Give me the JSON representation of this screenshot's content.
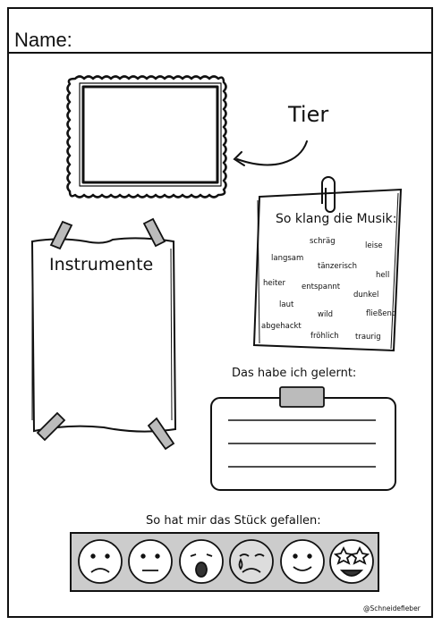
{
  "worksheet": {
    "name_label": "Name:",
    "animal_label": "Tier",
    "instruments_label": "Instrumente",
    "music_title": "So klang die Musik:",
    "music_words": [
      {
        "text": "schräg"
      },
      {
        "text": "leise"
      },
      {
        "text": "langsam"
      },
      {
        "text": "tänzerisch"
      },
      {
        "text": "hell"
      },
      {
        "text": "heiter"
      },
      {
        "text": "entspannt"
      },
      {
        "text": "dunkel"
      },
      {
        "text": "laut"
      },
      {
        "text": "wild"
      },
      {
        "text": "fließend"
      },
      {
        "text": "abgehackt"
      },
      {
        "text": "fröhlich"
      },
      {
        "text": "traurig"
      }
    ],
    "learned_label": "Das habe ich gelernt:",
    "liked_label": "So hat mir das Stück gefallen:",
    "faces": [
      {
        "icon": "sad-face-icon"
      },
      {
        "icon": "neutral-face-icon"
      },
      {
        "icon": "surprised-face-icon"
      },
      {
        "icon": "crying-face-icon"
      },
      {
        "icon": "smiling-face-icon"
      },
      {
        "icon": "star-struck-face-icon"
      }
    ],
    "credit": "@Schneidefieber"
  }
}
